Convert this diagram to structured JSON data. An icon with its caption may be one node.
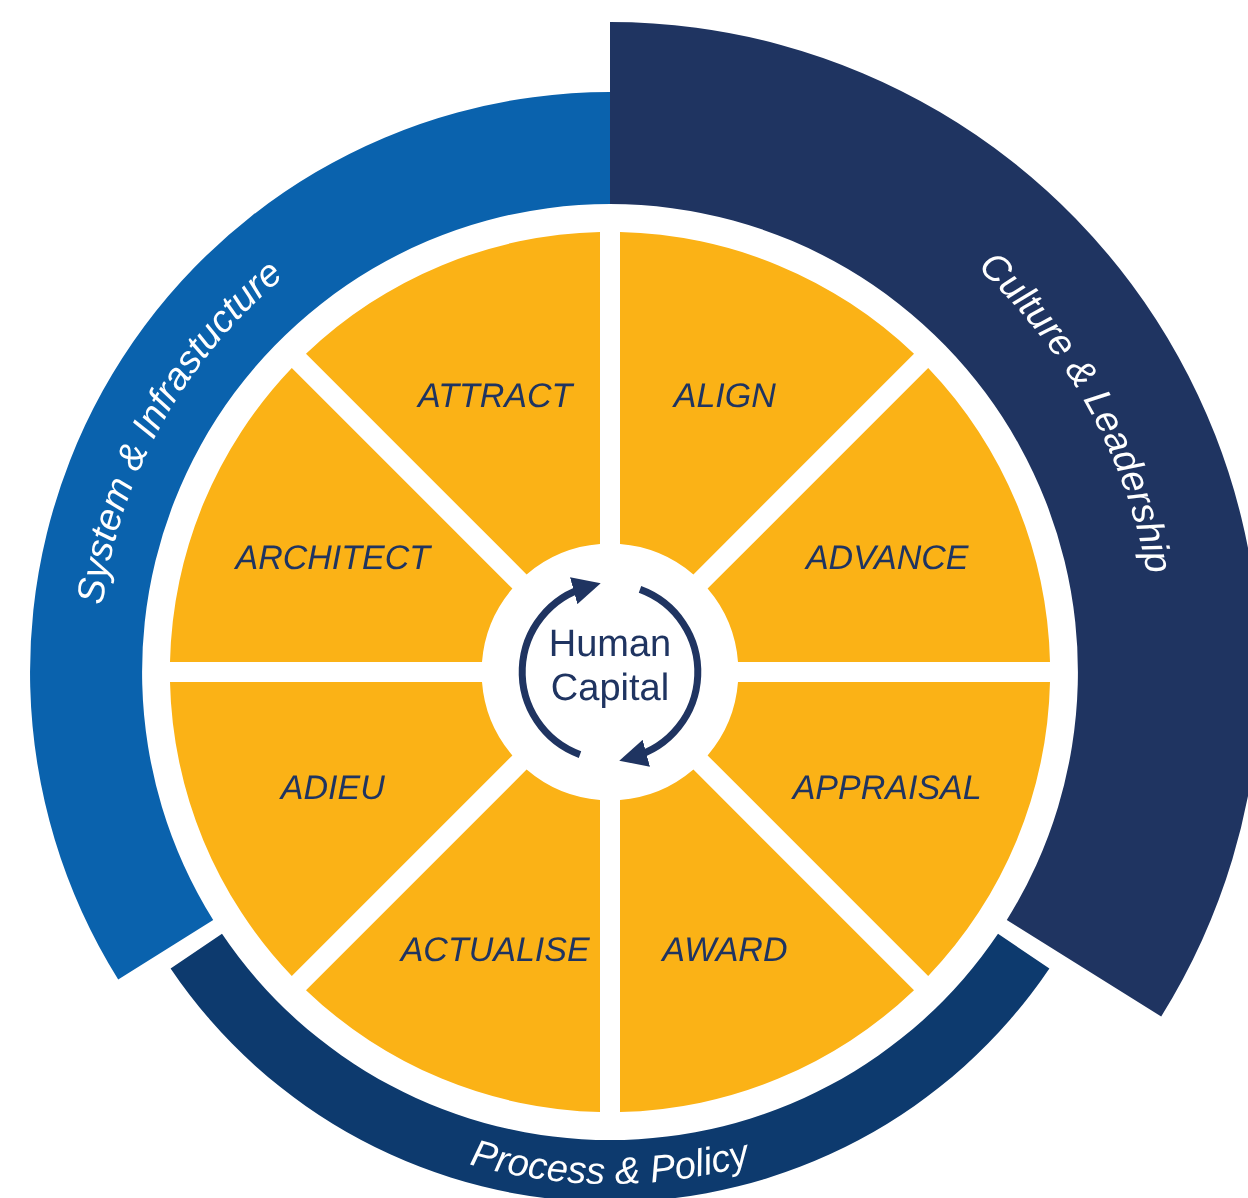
{
  "diagram": {
    "nodes": [
      {
        "text": [
          "System & Infrastucture"
        ]
      },
      {
        "text": [
          "Culture & Leadership"
        ]
      },
      {
        "text": [
          "Process & Policy"
        ]
      },
      {
        "text": [
          "Human Capital"
        ]
      },
      {
        "text": [
          "ATTRACT"
        ]
      },
      {
        "text": [
          "ALIGN"
        ]
      },
      {
        "text": [
          "ARCHITECT"
        ]
      },
      {
        "text": [
          "ADVANCE"
        ]
      },
      {
        "text": [
          "ADIEU"
        ]
      },
      {
        "text": [
          "APPRAISAL"
        ]
      },
      {
        "text": [
          "ACTUALISE"
        ]
      },
      {
        "text": [
          "AWARD"
        ]
      }
    ]
  }
}
